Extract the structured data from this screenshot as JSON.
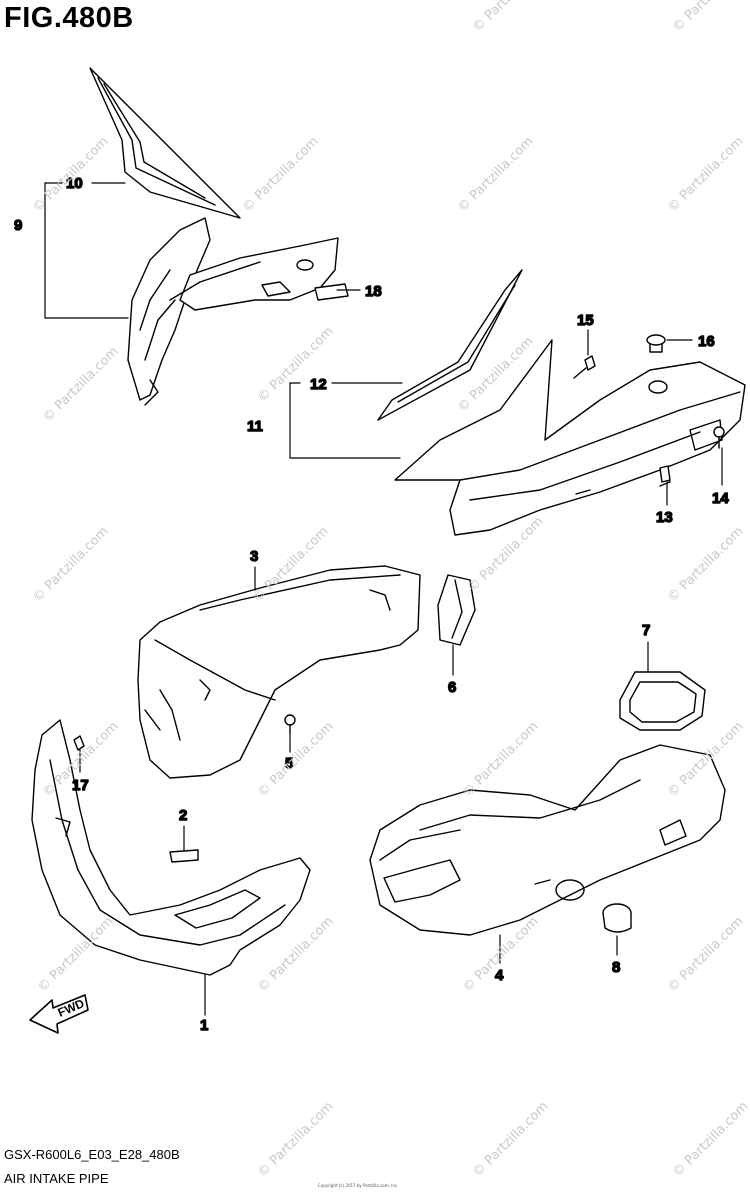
{
  "figure": {
    "title": "FIG.480B"
  },
  "watermark": {
    "text": "© Partzilla.com",
    "color": "#c9c9c9"
  },
  "callouts": {
    "c1": "1",
    "c2": "2",
    "c3": "3",
    "c4": "4",
    "c5": "5",
    "c6": "6",
    "c7": "7",
    "c8": "8",
    "c9": "9",
    "c10": "10",
    "c11": "11",
    "c12": "12",
    "c13": "13",
    "c14": "14",
    "c15": "15",
    "c16": "16",
    "c17": "17",
    "c18": "18"
  },
  "fwd_label": "FWD",
  "footer": {
    "code": "GSX-R600L6_E03_E28_480B",
    "name": "AIR INTAKE PIPE",
    "copyright": "Copyright (c) 2017 by Partzilla.com, Inc."
  }
}
